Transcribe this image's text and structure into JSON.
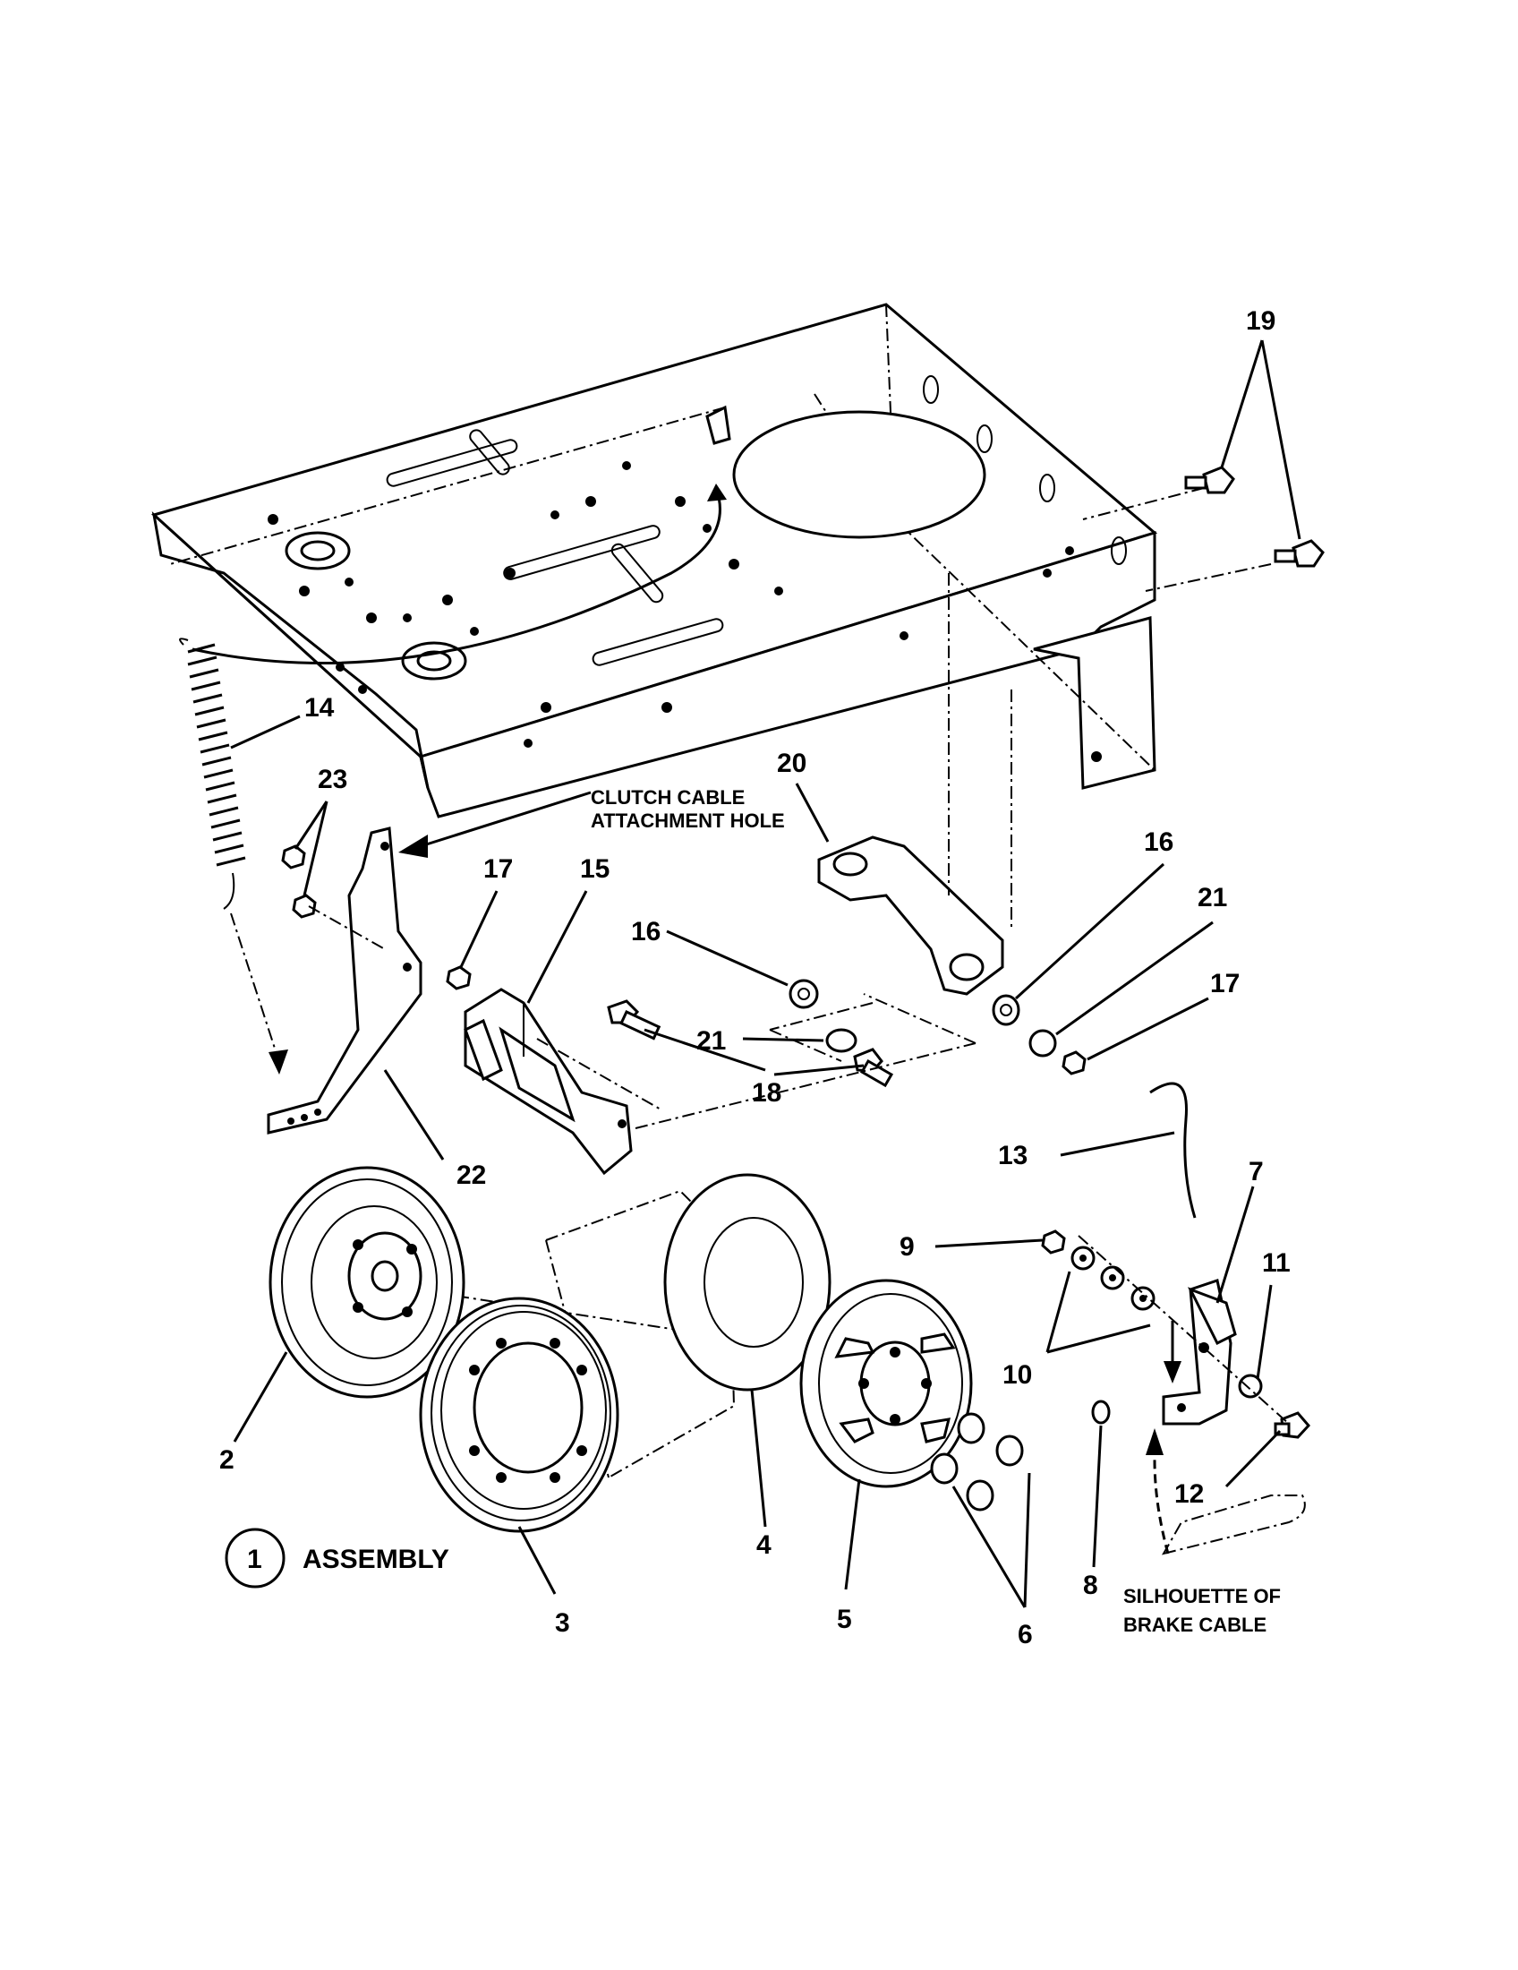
{
  "callouts": {
    "c1": "1",
    "c2": "2",
    "c3": "3",
    "c4": "4",
    "c5": "5",
    "c6": "6",
    "c7": "7",
    "c8": "8",
    "c9": "9",
    "c10": "10",
    "c11": "11",
    "c12": "12",
    "c13": "13",
    "c14": "14",
    "c15": "15",
    "c16a": "16",
    "c16b": "16",
    "c17a": "17",
    "c17b": "17",
    "c18": "18",
    "c19": "19",
    "c20": "20",
    "c21a": "21",
    "c21b": "21",
    "c22": "22",
    "c23": "23"
  },
  "notes": {
    "clutch_line1": "CLUTCH CABLE",
    "clutch_line2": "ATTACHMENT HOLE",
    "assembly": "ASSEMBLY",
    "silhouette_line1": "SILHOUETTE OF",
    "silhouette_line2": "BRAKE CABLE"
  }
}
